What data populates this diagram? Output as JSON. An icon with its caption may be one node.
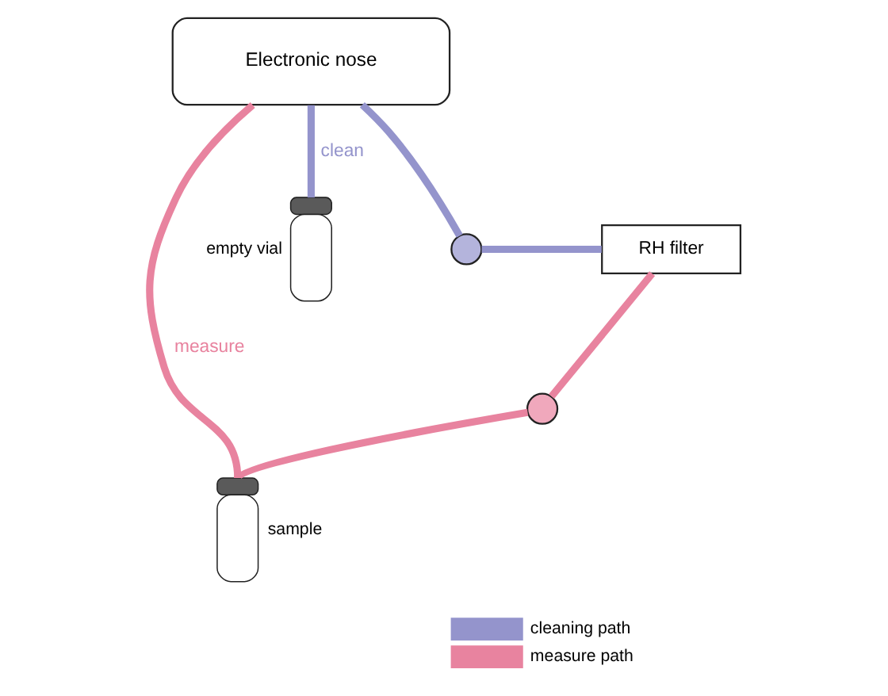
{
  "diagram": {
    "nodes": [
      {
        "text": [
          "Electronic nose"
        ]
      },
      {
        "text": [],
        "shape": "cylinder",
        "beside": [
          "empty vial"
        ]
      },
      {
        "text": [],
        "shape": "circle"
      },
      {
        "text": [
          "RH filter"
        ]
      },
      {
        "text": [],
        "shape": "circle"
      },
      {
        "text": [],
        "shape": "cylinder",
        "beside": [
          "sample"
        ]
      }
    ],
    "edges": [
      {
        "from": 0,
        "to": 5,
        "arrow": "none",
        "label": "measure",
        "color": "#e8839f"
      },
      {
        "from": 0,
        "to": 1,
        "arrow": "none",
        "label": "clean",
        "color": "#9494cc"
      },
      {
        "from": 0,
        "to": 2,
        "arrow": "none",
        "color": "#9494cc"
      },
      {
        "from": 2,
        "to": 3,
        "arrow": "none",
        "color": "#9494cc"
      },
      {
        "from": 3,
        "to": 4,
        "arrow": "none",
        "color": "#e8839f"
      },
      {
        "from": 4,
        "to": 5,
        "arrow": "none",
        "color": "#e8839f"
      }
    ],
    "legend": [
      {
        "text": "cleaning path",
        "color": "#9494cc"
      },
      {
        "text": "measure path",
        "color": "#e8839f"
      }
    ]
  }
}
